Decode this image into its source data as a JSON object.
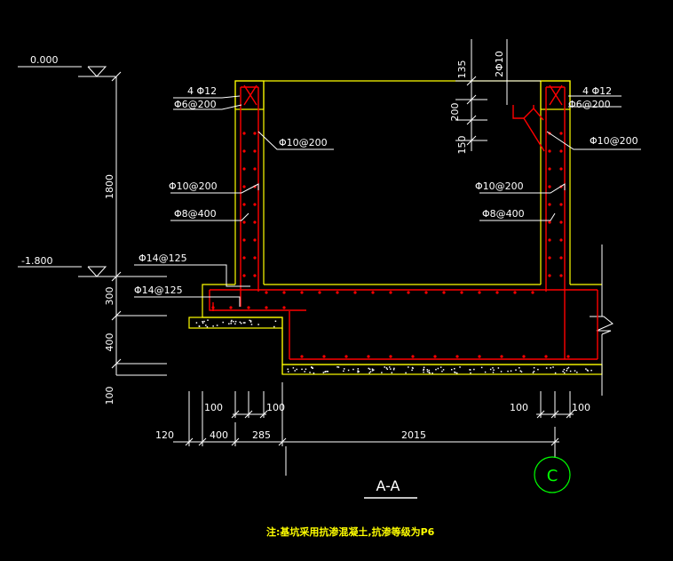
{
  "elevations": {
    "top": "0.000",
    "bottom": "-1.800"
  },
  "vertical_dims": [
    "1800",
    "300",
    "400",
    "100",
    "135",
    "200",
    "150"
  ],
  "horizontal_dims": {
    "left_upper": [
      "100",
      "100"
    ],
    "right_upper": [
      "100",
      "100"
    ],
    "lower": [
      "120",
      "400",
      "285",
      "2015"
    ]
  },
  "rebar_labels": {
    "left_top_main": "4 Φ12",
    "left_top_stirrup": "Φ6@200",
    "left_wall": "Φ10@200",
    "left_wall_inner": "Φ10@200",
    "left_wall_dist": "Φ8@400",
    "base_top": "Φ14@125",
    "base_bottom": "Φ14@125",
    "right_top_main": "4 Φ12",
    "right_top_stirrup": "Φ6@200",
    "right_wall": "Φ10@200",
    "right_wall_inner": "Φ10@200",
    "right_wall_dist": "Φ8@400",
    "right_corner": "2Φ10"
  },
  "section_title": "A-A",
  "axis_marker": "C",
  "note": "注:基坑采用抗渗混凝土,抗渗等级为P6",
  "colors": {
    "concrete": "#ffff00",
    "rebar": "#ff0000",
    "dimension": "#ffffff",
    "axis": "#00ff00",
    "background": "#000000"
  }
}
